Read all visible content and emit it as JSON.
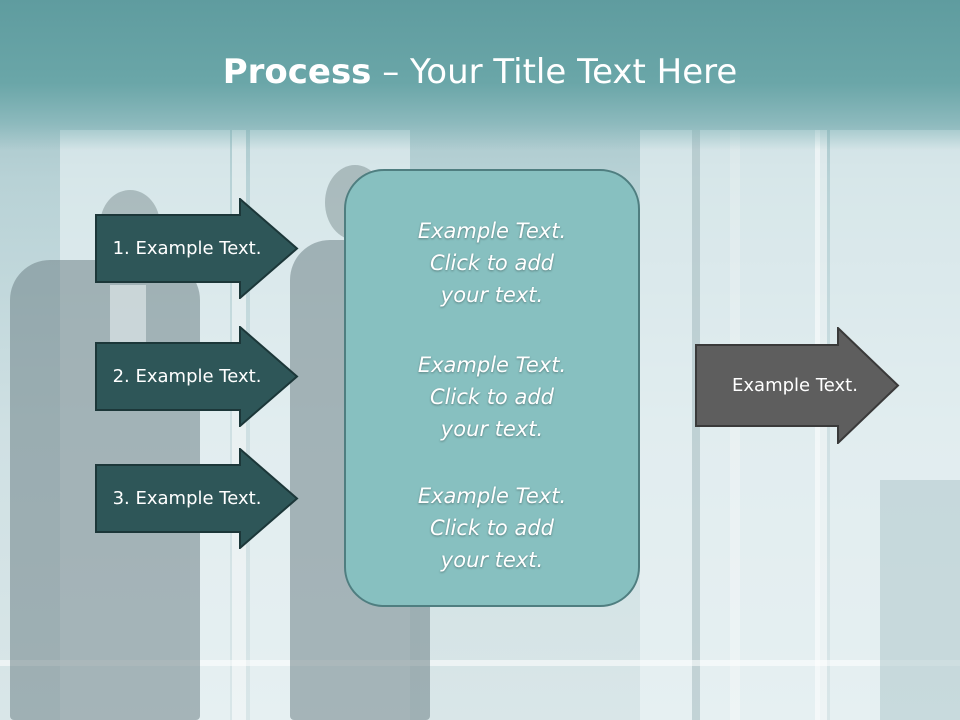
{
  "slide": {
    "title_bold": "Process",
    "title_rest": " – Your Title Text Here"
  },
  "left_arrows": [
    {
      "label": "1. Example Text."
    },
    {
      "label": "2. Example Text."
    },
    {
      "label": "3. Example Text."
    }
  ],
  "center_box": {
    "blocks": [
      {
        "line1": "Example Text.",
        "line2": "Click  to add",
        "line3": "your text."
      },
      {
        "line1": "Example Text.",
        "line2": "Click  to add",
        "line3": "your text."
      },
      {
        "line1": "Example Text.",
        "line2": "Click  to add",
        "line3": "your text."
      }
    ]
  },
  "right_arrow": {
    "label": "Example Text."
  },
  "colors": {
    "title_bar": "#6aa6a8",
    "left_arrow_fill": "#2e5658",
    "center_box_fill": "#87c0c0",
    "right_arrow_fill": "#5e5e5e"
  }
}
